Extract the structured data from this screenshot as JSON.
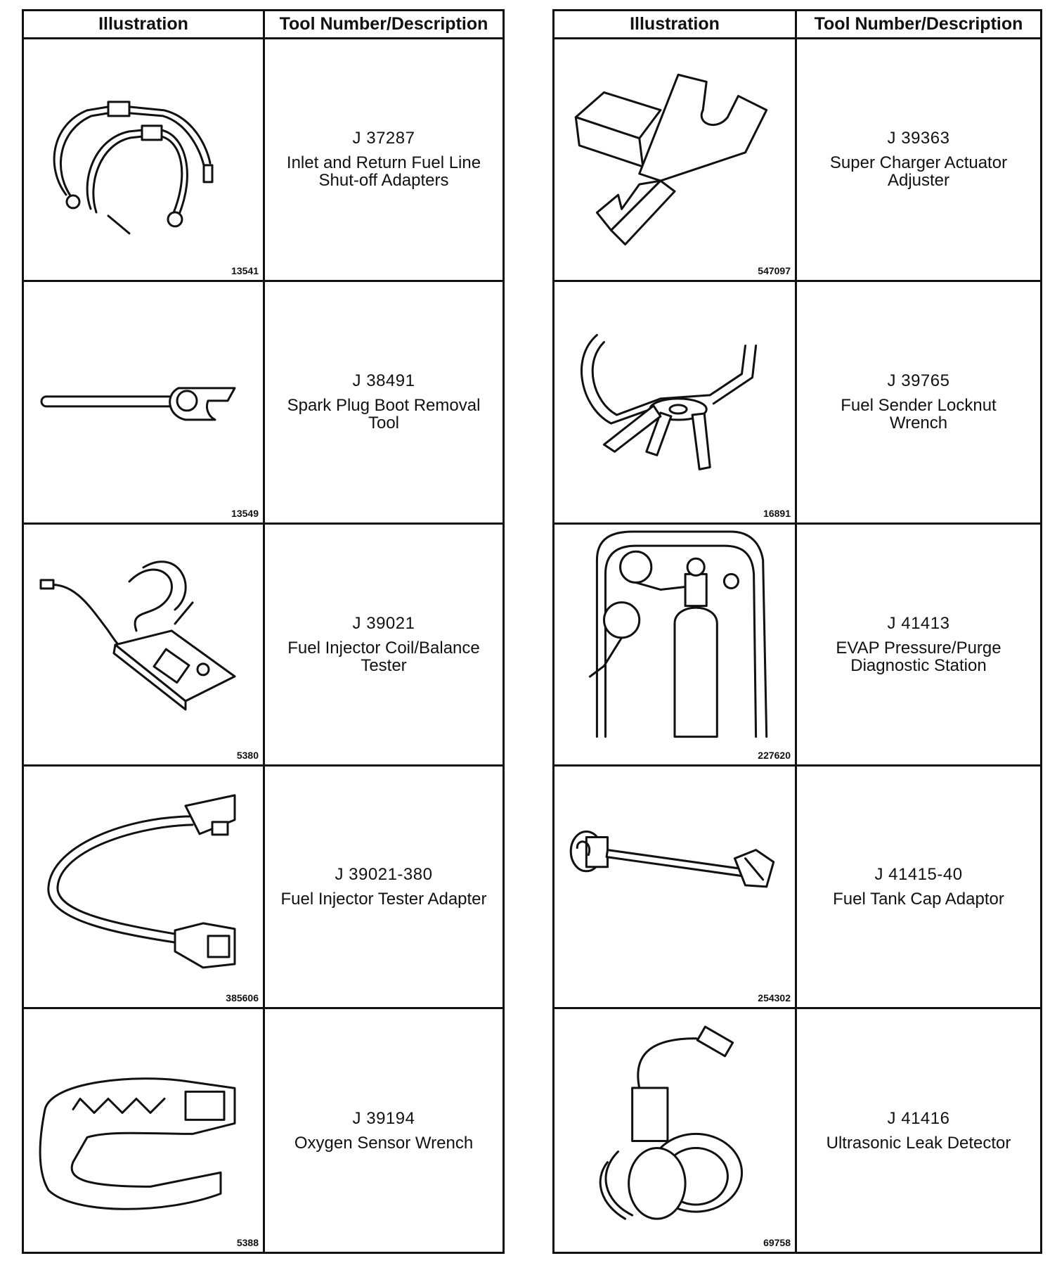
{
  "headers": {
    "illustration": "Illustration",
    "tool": "Tool Number/Description"
  },
  "left": [
    {
      "number": "J 37287",
      "name": "Inlet and Return Fuel Line Shut-off Adapters",
      "figure": "13541",
      "icon": "fuel-line-adapters-icon"
    },
    {
      "number": "J 38491",
      "name": "Spark Plug Boot Removal Tool",
      "figure": "13549",
      "icon": "spark-plug-boot-tool-icon"
    },
    {
      "number": "J 39021",
      "name": "Fuel Injector Coil/Balance Tester",
      "figure": "5380",
      "icon": "injector-tester-icon"
    },
    {
      "number": "J 39021-380",
      "name": "Fuel Injector Tester Adapter",
      "figure": "385606",
      "icon": "tester-adapter-cable-icon"
    },
    {
      "number": "J 39194",
      "name": "Oxygen Sensor Wrench",
      "figure": "5388",
      "icon": "oxygen-sensor-wrench-icon"
    }
  ],
  "right": [
    {
      "number": "J 39363",
      "name": "Super Charger Actuator Adjuster",
      "figure": "547097",
      "icon": "actuator-adjuster-icon"
    },
    {
      "number": "J 39765",
      "name": "Fuel Sender Locknut Wrench",
      "figure": "16891",
      "icon": "locknut-wrench-icon"
    },
    {
      "number": "J 41413",
      "name": "EVAP Pressure/Purge Diagnostic Station",
      "figure": "227620",
      "icon": "evap-station-icon"
    },
    {
      "number": "J 41415-40",
      "name": "Fuel Tank Cap Adaptor",
      "figure": "254302",
      "icon": "tank-cap-adaptor-icon"
    },
    {
      "number": "J 41416",
      "name": "Ultrasonic Leak Detector",
      "figure": "69758",
      "icon": "leak-detector-icon"
    }
  ]
}
